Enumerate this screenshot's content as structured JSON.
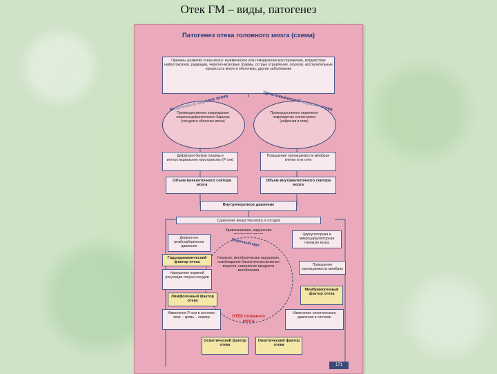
{
  "slide": {
    "title": "Отек ГМ – виды, патогенез"
  },
  "scheme": {
    "title": "Патогенез отека головного мозга (схема)",
    "causes": "Причины развития отека мозга: ишемическое или геморрагическое поражение, воздействие нейротоксинов, радиации, черепно-мозговые травмы, острые отравления, опухоли, воспалительные процессы в мозге и оболочках, другие заболевания",
    "vasogenic_arc": "Вазогенный вариант отека",
    "cytotoxic_arc": "Цитотоксический вариант отека",
    "vasogenic_desc": "Преимущественно повреждение гематоэнцефалического барьера (сосудов и оболочек мозга)",
    "cytotoxic_desc": "Преимущественно первичное повреждение клеток мозга (нейронов и глии)",
    "vasogenic_result": "Диффузия белков плазмы в интерстициальное пространство (P онк)",
    "cytotoxic_result": "Повышение проницаемости мембран клеток и их отек",
    "vasogenic_volume": "Объем внеклеточного сектора мозга",
    "cytotoxic_volume": "Объем внутриклеточного сектора мозга",
    "icp": "Внутричерепное давление",
    "compression": "Сдавление вещества мозга и сосудов",
    "cycle_top": "Кровоизлияния, нарушения микроциркуляции",
    "circle_arc": "Порочный круг",
    "left_factor_1": "Дефектное реабсорбционное давление",
    "left_factor_2": "Гидродинамический фактор отека",
    "left_factor_3": "Нарушение нервной регуляции тонуса сосудов",
    "left_factor_4": "Лимфогенный фактор отека",
    "right_factor_1": "Циркуляторная и микроциркуляторная гипоксия мозга",
    "right_factor_2": "Повышение проницаемости мембран",
    "right_factor_3": "Мембраногенный фактор отека",
    "center_text": "Гипоксия, метаболические нарушения, освобождение биологически активных веществ, накопление продуктов метаболизма",
    "bottom_left": "Изменение P осм в системе: мозг – кровь – ликвор",
    "bottom_right": "Изменение онкотического давления в системе",
    "edema_label": "ОТЕК головного мозга",
    "osmotic": "Осмотический фактор отека",
    "oncotic": "Онкотический фактор отека",
    "page_number": "171"
  }
}
